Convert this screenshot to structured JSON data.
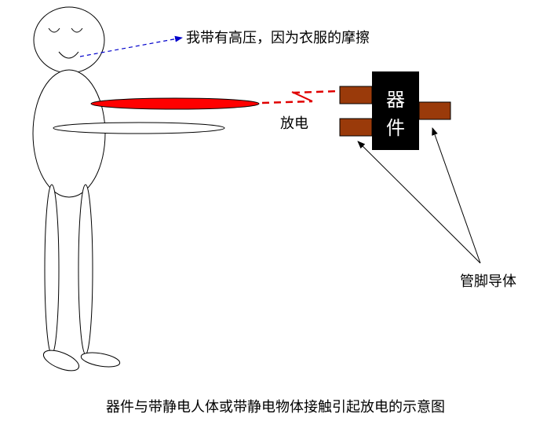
{
  "labels": {
    "person_note": "我带有高压，因为衣服的摩擦",
    "discharge": "放电",
    "device_line1": "器",
    "device_line2": "件",
    "pins": "管脚导体",
    "caption": "器件与带静电人体或带静电物体接触引起放电的示意图"
  },
  "colors": {
    "outline": "#000000",
    "charged_arm": "#ff0000",
    "discharge_line": "#e00000",
    "note_arrow": "#0000cc",
    "device_body": "#000000",
    "device_text": "#ffffff",
    "pin": "#9a3a0a"
  }
}
